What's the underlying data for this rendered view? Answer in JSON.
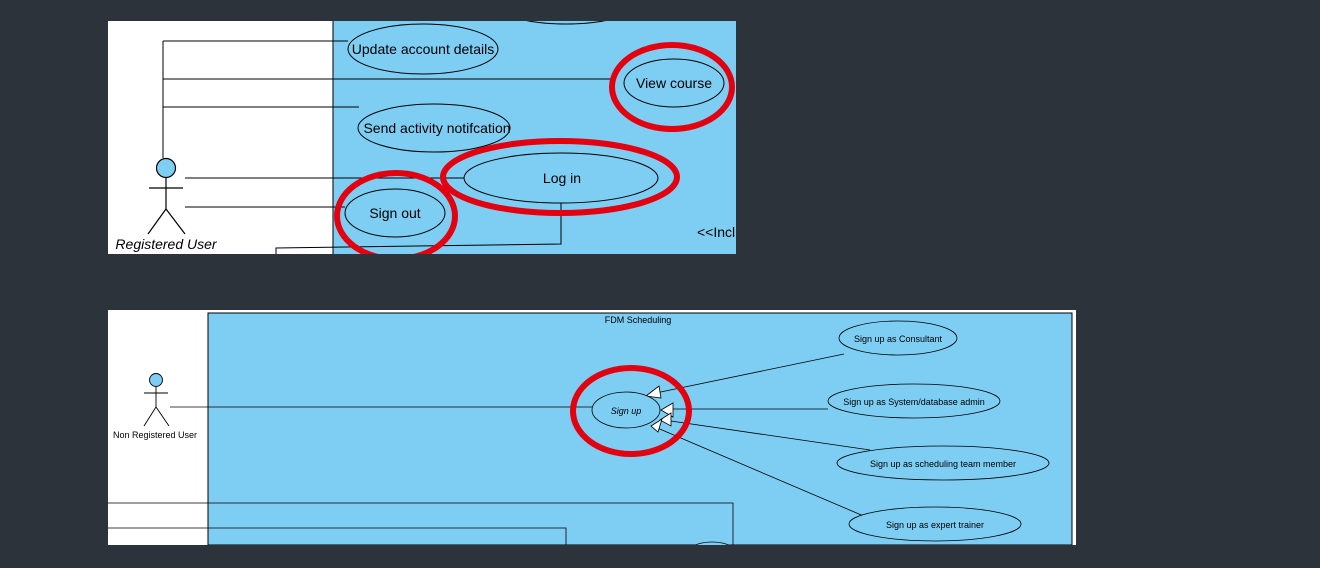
{
  "top_diagram": {
    "actor": "Registered User",
    "use_cases": {
      "update_account": "Update account details",
      "view_course": "View course",
      "send_notification": "Send activity notifcation",
      "log_in": "Log in",
      "sign_out": "Sign out"
    },
    "stereotype_fragment": "<<Incl"
  },
  "bottom_diagram": {
    "system_title": "FDM Scheduling",
    "actor": "Non Registered User",
    "use_cases": {
      "sign_up": "Sign up",
      "consultant": "Sign up as Consultant",
      "sysadmin": "Sign up as System/database admin",
      "scheduling_team": "Sign up as scheduling team member",
      "expert_trainer": "Sign up as expert trainer"
    }
  },
  "colors": {
    "page_background": "#2d333b",
    "system_boundary_fill": "#7ecdf2",
    "actor_head_fill": "#7ecdf2",
    "highlight_ring": "#e3000f",
    "outline": "#000000"
  }
}
